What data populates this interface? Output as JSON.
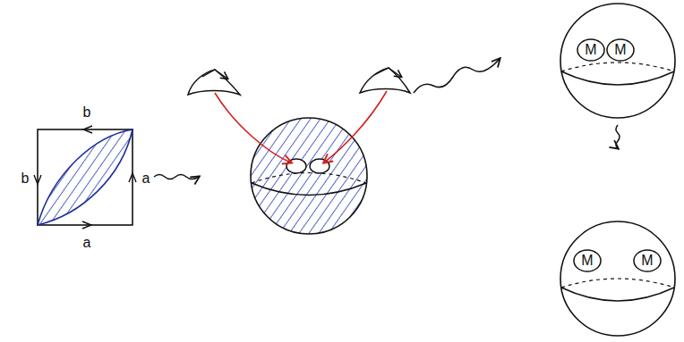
{
  "diagram": {
    "nodes": [
      {
        "text": [
          "M"
        ]
      },
      {
        "text": [
          "M"
        ]
      },
      {
        "text": [
          "M"
        ]
      },
      {
        "text": [
          "M"
        ]
      }
    ],
    "labels": [
      "b",
      "b",
      "a",
      "a"
    ]
  }
}
